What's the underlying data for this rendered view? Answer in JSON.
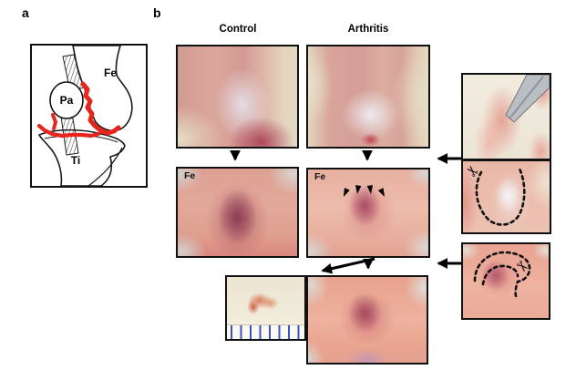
{
  "panel_a": {
    "label": "a",
    "femur_label": "Fe",
    "patella_label": "Pa",
    "tibia_label": "Ti"
  },
  "panel_b": {
    "label": "b",
    "headers": {
      "control": "Control",
      "arthritis": "Arthritis"
    },
    "mid_control_tag": "Fe",
    "mid_arthritis_tag": "Fe"
  },
  "icons": {
    "scissors": "✂"
  },
  "colors": {
    "outline": "#000000",
    "synovium_red": "#e8251c",
    "ruler_tick": "#3d52c2",
    "arrow": "#000000",
    "tissue_pink": "#e2a99a",
    "condyle_red": "#a84a66",
    "background_beige": "#e5dcc5"
  }
}
